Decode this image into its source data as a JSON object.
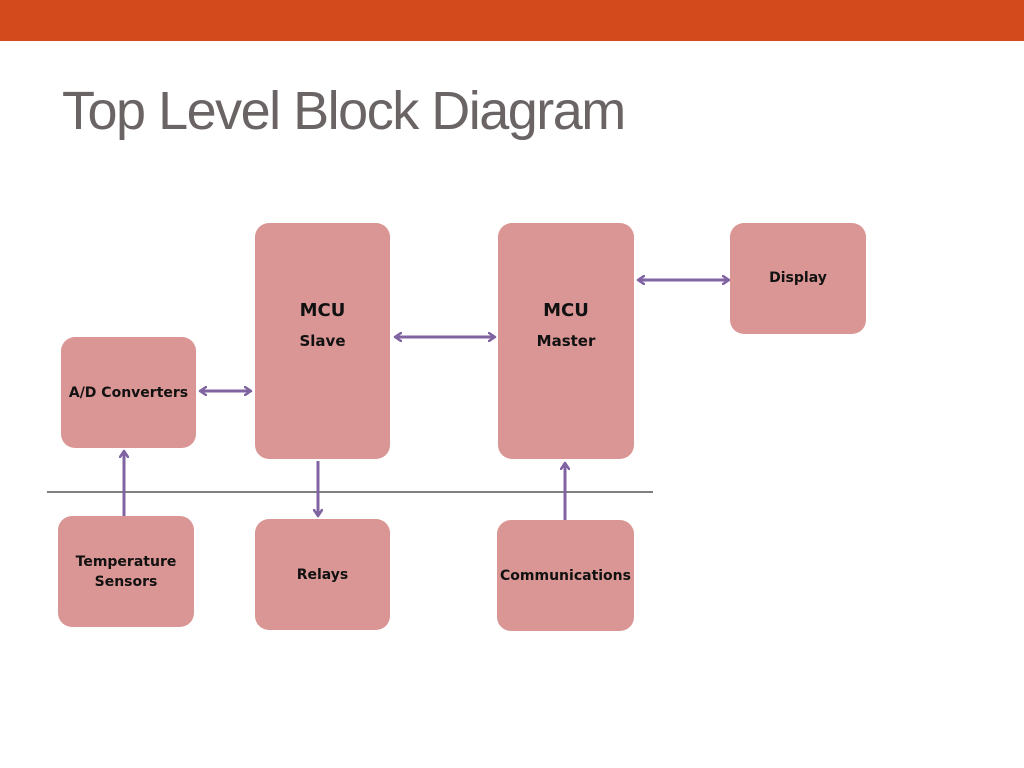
{
  "slide": {
    "title": "Top Level Block Diagram"
  },
  "colors": {
    "top_bar": "#d34a1c",
    "block_fill": "#d99694",
    "arrow": "#8064a2",
    "title_text": "#6a6464"
  },
  "blocks": {
    "mcu_slave": {
      "line1": "MCU",
      "line2": "Slave"
    },
    "mcu_master": {
      "line1": "MCU",
      "line2": "Master"
    },
    "display": {
      "label": "Display"
    },
    "ad_converters": {
      "label": "A/D Converters"
    },
    "temperature_sensors": {
      "line1": "Temperature",
      "line2": "Sensors"
    },
    "relays": {
      "label": "Relays"
    },
    "communications": {
      "label": "Communications"
    }
  },
  "connections": [
    {
      "from": "MCU Slave",
      "to": "MCU Master",
      "direction": "both"
    },
    {
      "from": "MCU Master",
      "to": "Display",
      "direction": "both"
    },
    {
      "from": "A/D Converters",
      "to": "MCU Slave",
      "direction": "both"
    },
    {
      "from": "Temperature Sensors",
      "to": "A/D Converters",
      "direction": "forward"
    },
    {
      "from": "MCU Slave",
      "to": "Relays",
      "direction": "forward"
    },
    {
      "from": "Communications",
      "to": "MCU Master",
      "direction": "forward"
    }
  ]
}
